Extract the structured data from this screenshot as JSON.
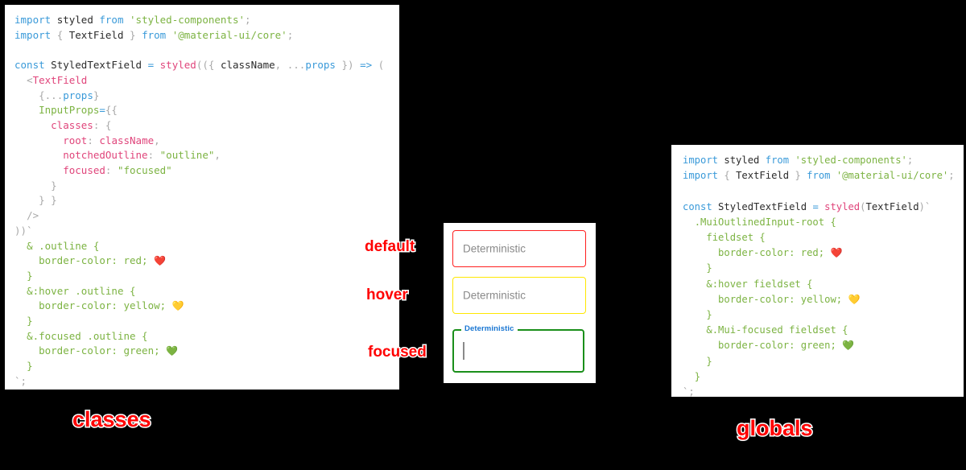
{
  "colors": {
    "background": "#000000",
    "panel": "#ffffff",
    "label_red": "#ff0000",
    "keyword_blue": "#3a9ad9",
    "string_green": "#7cb342",
    "function_pink": "#e0457b",
    "field_default_border": "#ff1f1f",
    "field_hover_border": "#ffe800",
    "field_focused_border": "#1a8f1a",
    "floating_label_blue": "#1976d2",
    "placeholder_gray": "#8a8a8a"
  },
  "left_panel": {
    "caption": "classes",
    "code_lines": [
      "import styled from 'styled-components';",
      "import { TextField } from '@material-ui/core';",
      "",
      "const StyledTextField = styled(({ className, ...props }) => (",
      "  <TextField",
      "    {...props}",
      "    InputProps={{",
      "      classes: {",
      "        root: className,",
      "        notchedOutline: \"outline\",",
      "        focused: \"focused\"",
      "      }",
      "    } }",
      "  />",
      "))`",
      "  & .outline {",
      "    border-color: red; ❤️",
      "  }",
      "  &:hover .outline {",
      "    border-color: yellow; 💛",
      "  }",
      "  &.focused .outline {",
      "    border-color: green; 💚",
      "  }",
      "`;"
    ]
  },
  "right_panel": {
    "caption": "globals",
    "code_lines": [
      "import styled from 'styled-components';",
      "import { TextField } from '@material-ui/core';",
      "",
      "const StyledTextField = styled(TextField)`",
      "  .MuiOutlinedInput-root {",
      "    fieldset {",
      "      border-color: red; ❤️",
      "    }",
      "    &:hover fieldset {",
      "      border-color: yellow; 💛",
      "    }",
      "    &.Mui-focused fieldset {",
      "      border-color: green; 💚",
      "    }",
      "  }",
      "`;"
    ]
  },
  "demo": {
    "states": [
      {
        "label": "default",
        "placeholder": "Deterministic",
        "border_color": "#ff1f1f"
      },
      {
        "label": "hover",
        "placeholder": "Deterministic",
        "border_color": "#ffe800"
      },
      {
        "label": "focused",
        "floating_label": "Deterministic",
        "value": "",
        "border_color": "#1a8f1a"
      }
    ]
  }
}
